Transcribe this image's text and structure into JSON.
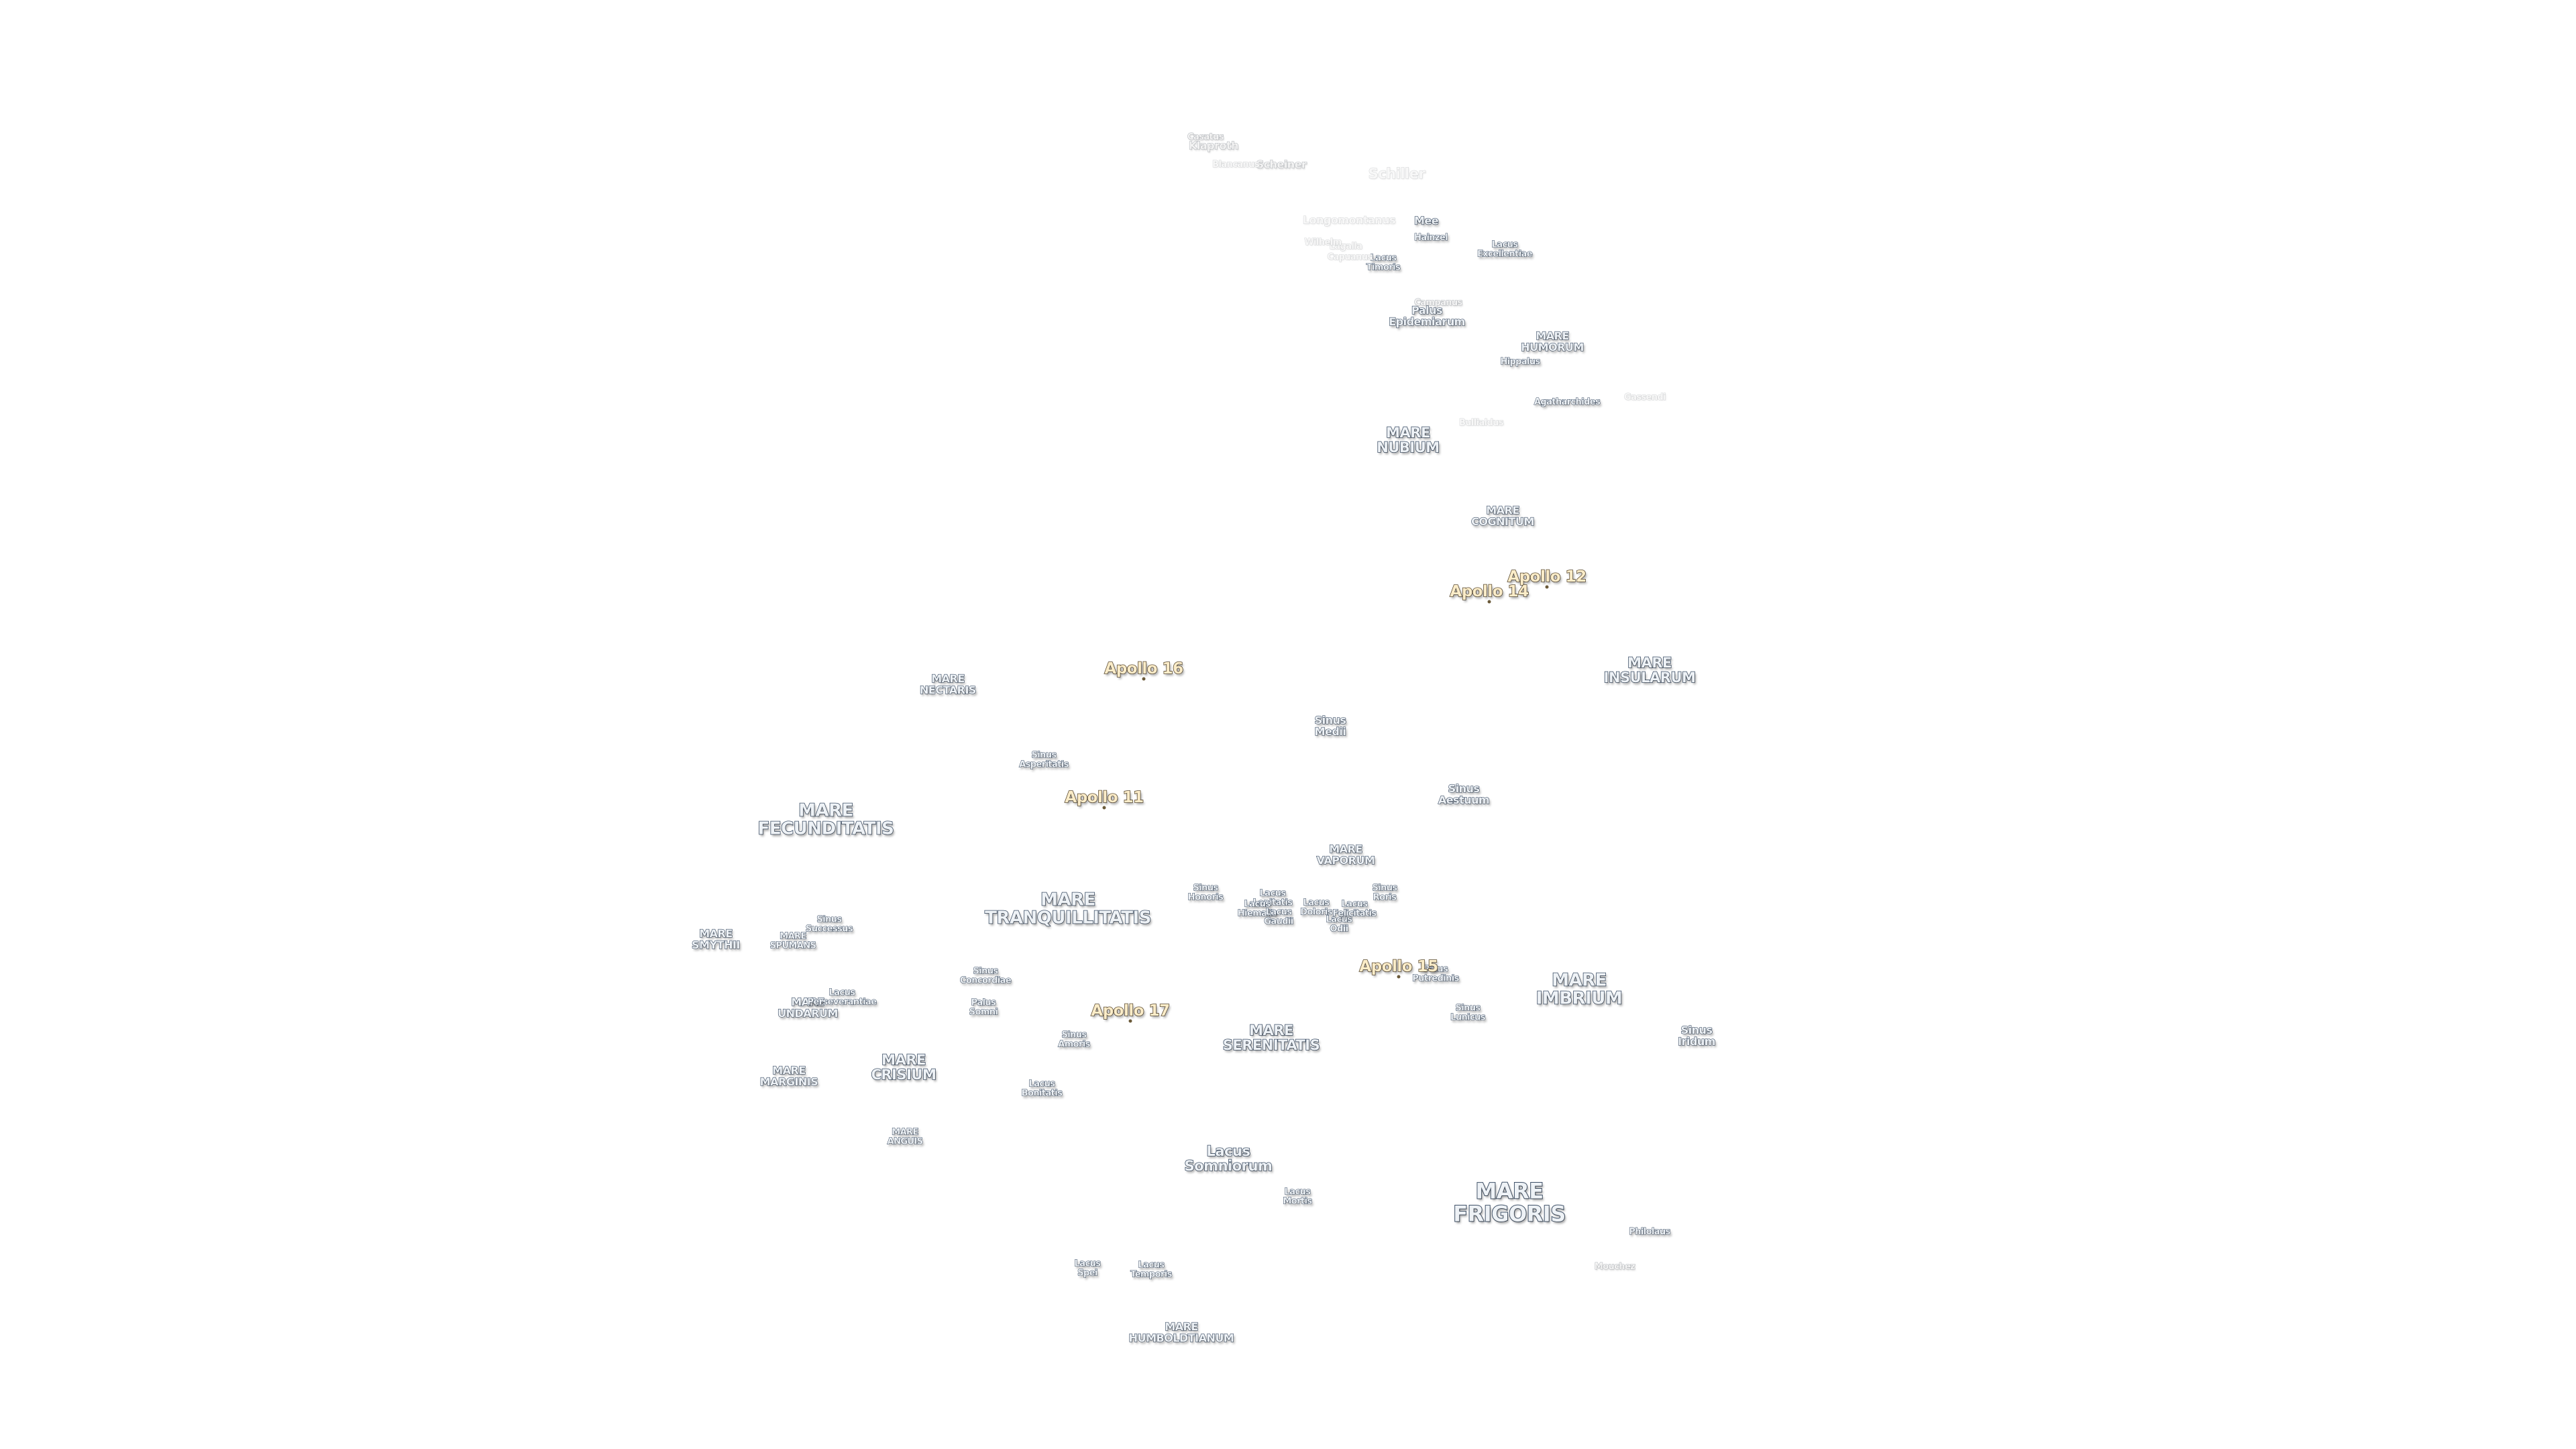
{
  "labels": [
    {
      "id": "mare-frigoris",
      "text": "MARE\nFRIGORIS",
      "cls": "s-xl"
    },
    {
      "id": "mare-imbrium",
      "text": "MARE\nIMBRIUM",
      "cls": "s-l"
    },
    {
      "id": "mare-serenitatis",
      "text": "MARE\nSERENITATIS",
      "cls": "s-m"
    },
    {
      "id": "mare-tranquillitatis",
      "text": "MARE\nTRANQUILLITATIS",
      "cls": "s-l"
    },
    {
      "id": "mare-fecunditatis",
      "text": "MARE\nFECUNDITATIS",
      "cls": "s-l"
    },
    {
      "id": "mare-crisium",
      "text": "MARE\nCRISIUM",
      "cls": "s-m"
    },
    {
      "id": "mare-nectaris",
      "text": "MARE\nNECTARIS",
      "cls": "s-s"
    },
    {
      "id": "mare-nubium",
      "text": "MARE\nNUBIUM",
      "cls": "s-m"
    },
    {
      "id": "mare-humorum",
      "text": "MARE\nHUMORUM",
      "cls": "s-s"
    },
    {
      "id": "mare-cognitum",
      "text": "MARE\nCOGNITUM",
      "cls": "s-s"
    },
    {
      "id": "mare-insularum",
      "text": "MARE\nINSULARUM",
      "cls": "s-m"
    },
    {
      "id": "mare-vaporum",
      "text": "MARE\nVAPORUM",
      "cls": "s-s"
    },
    {
      "id": "mare-smythii",
      "text": "MARE\nSMYTHII",
      "cls": "s-s"
    },
    {
      "id": "mare-spumans",
      "text": "MARE\nSPUMANS",
      "cls": "s-xs"
    },
    {
      "id": "mare-undarum",
      "text": "MARE\nUNDARUM",
      "cls": "s-s"
    },
    {
      "id": "mare-marginis",
      "text": "MARE\nMARGINIS",
      "cls": "s-s"
    },
    {
      "id": "mare-anguis",
      "text": "MARE\nANGUIS",
      "cls": "s-xs"
    },
    {
      "id": "mare-humboldtianum",
      "text": "MARE\nHUMBOLDTIANUM",
      "cls": "s-s"
    },
    {
      "id": "lacus-somniorum",
      "text": "Lacus\nSomniorum",
      "cls": "s-m"
    },
    {
      "id": "lacus-mortis",
      "text": "Lacus\nMortis",
      "cls": "s-xs"
    },
    {
      "id": "lacus-spei",
      "text": "Lacus\nSpei",
      "cls": "s-xs"
    },
    {
      "id": "lacus-temporis",
      "text": "Lacus\nTemporis",
      "cls": "s-xs"
    },
    {
      "id": "lacus-bonitatis",
      "text": "Lacus\nBonitatis",
      "cls": "s-xs"
    },
    {
      "id": "lacus-perseverantiae",
      "text": "Lacus\nPerseverantiae",
      "cls": "s-xs"
    },
    {
      "id": "lacus-lenitatis",
      "text": "Lacus\nLenitatis",
      "cls": "s-xs"
    },
    {
      "id": "lacus-hiemalis",
      "text": "Lacus\nHiemalis",
      "cls": "s-xs"
    },
    {
      "id": "lacus-gaudii",
      "text": "Lacus\nGaudii",
      "cls": "s-xs"
    },
    {
      "id": "lacus-doloris",
      "text": "Lacus\nDoloris",
      "cls": "s-xs"
    },
    {
      "id": "lacus-odii",
      "text": "Lacus\nOdii",
      "cls": "s-xs"
    },
    {
      "id": "lacus-felicitatis",
      "text": "Lacus\nFelicitatis",
      "cls": "s-xs"
    },
    {
      "id": "lacus-timoris",
      "text": "Lacus\nTimoris",
      "cls": "s-xs"
    },
    {
      "id": "lacus-excellentiae",
      "text": "Lacus\nExcellentiae",
      "cls": "s-xs"
    },
    {
      "id": "sinus-medii",
      "text": "Sinus\nMedii",
      "cls": "s-s"
    },
    {
      "id": "sinus-aestuum",
      "text": "Sinus\nAestuum",
      "cls": "s-s"
    },
    {
      "id": "sinus-asperitatis",
      "text": "Sinus\nAsperitatis",
      "cls": "s-xs"
    },
    {
      "id": "sinus-iridum",
      "text": "Sinus\nIridum",
      "cls": "s-s"
    },
    {
      "id": "sinus-amoris",
      "text": "Sinus\nAmoris",
      "cls": "s-xs"
    },
    {
      "id": "sinus-concordiae",
      "text": "Sinus\nConcordiae",
      "cls": "s-xs"
    },
    {
      "id": "sinus-successus",
      "text": "Sinus\nSuccessus",
      "cls": "s-xs"
    },
    {
      "id": "sinus-honoris",
      "text": "Sinus\nHonoris",
      "cls": "s-xs"
    },
    {
      "id": "sinus-roris",
      "text": "Sinus\nRoris",
      "cls": "s-xs"
    },
    {
      "id": "sinus-lunicus",
      "text": "Sinus\nLunicus",
      "cls": "s-xs"
    },
    {
      "id": "palus-putredinis",
      "text": "Palus\nPutredinis",
      "cls": "s-xs"
    },
    {
      "id": "palus-somni",
      "text": "Palus\nSomni",
      "cls": "s-xs"
    },
    {
      "id": "palus-epidemiarum",
      "text": "Palus\nEpidemiarum",
      "cls": "s-s"
    },
    {
      "id": "mee",
      "text": "Mee",
      "cls": "s-s"
    },
    {
      "id": "hainzel",
      "text": "Hainzel",
      "cls": "s-xs"
    },
    {
      "id": "hippalus",
      "text": "Hippalus",
      "cls": "s-xs"
    },
    {
      "id": "agatharchides",
      "text": "Agatharchides",
      "cls": "s-xs"
    },
    {
      "id": "philolaus",
      "text": "Philolaus",
      "cls": "s-xs"
    },
    {
      "id": "campanus",
      "text": "Campanus",
      "cls": "s-xs faded"
    },
    {
      "id": "mouchez",
      "text": "Mouchez",
      "cls": "s-xs faded"
    },
    {
      "id": "scheiner",
      "text": "Scheiner",
      "cls": "s-s faded"
    },
    {
      "id": "klaproth",
      "text": "Klaproth",
      "cls": "s-s faded"
    },
    {
      "id": "casatus",
      "text": "Casatus",
      "cls": "s-xs faded"
    },
    {
      "id": "longomontanus",
      "text": "Longomontanus",
      "cls": "s-s faint"
    },
    {
      "id": "schiller",
      "text": "Schiller",
      "cls": "s-m faint"
    },
    {
      "id": "blancanus",
      "text": "Blancanus",
      "cls": "s-xs faint"
    },
    {
      "id": "lagalla",
      "text": "Lagalla",
      "cls": "s-xs faint"
    },
    {
      "id": "bullialdus",
      "text": "Bullialdus",
      "cls": "s-xs faint"
    },
    {
      "id": "gassendi",
      "text": "Gassendi",
      "cls": "s-xs faint"
    },
    {
      "id": "wilhelm",
      "text": "Wilhelm",
      "cls": "s-xs faint"
    },
    {
      "id": "capuanus",
      "text": "Capuanus",
      "cls": "s-xs faint"
    }
  ],
  "apollo_sites": [
    {
      "id": "apollo-11",
      "text": "Apollo 11"
    },
    {
      "id": "apollo-12",
      "text": "Apollo 12"
    },
    {
      "id": "apollo-14",
      "text": "Apollo 14"
    },
    {
      "id": "apollo-15",
      "text": "Apollo 15"
    },
    {
      "id": "apollo-16",
      "text": "Apollo 16"
    },
    {
      "id": "apollo-17",
      "text": "Apollo 17"
    }
  ]
}
